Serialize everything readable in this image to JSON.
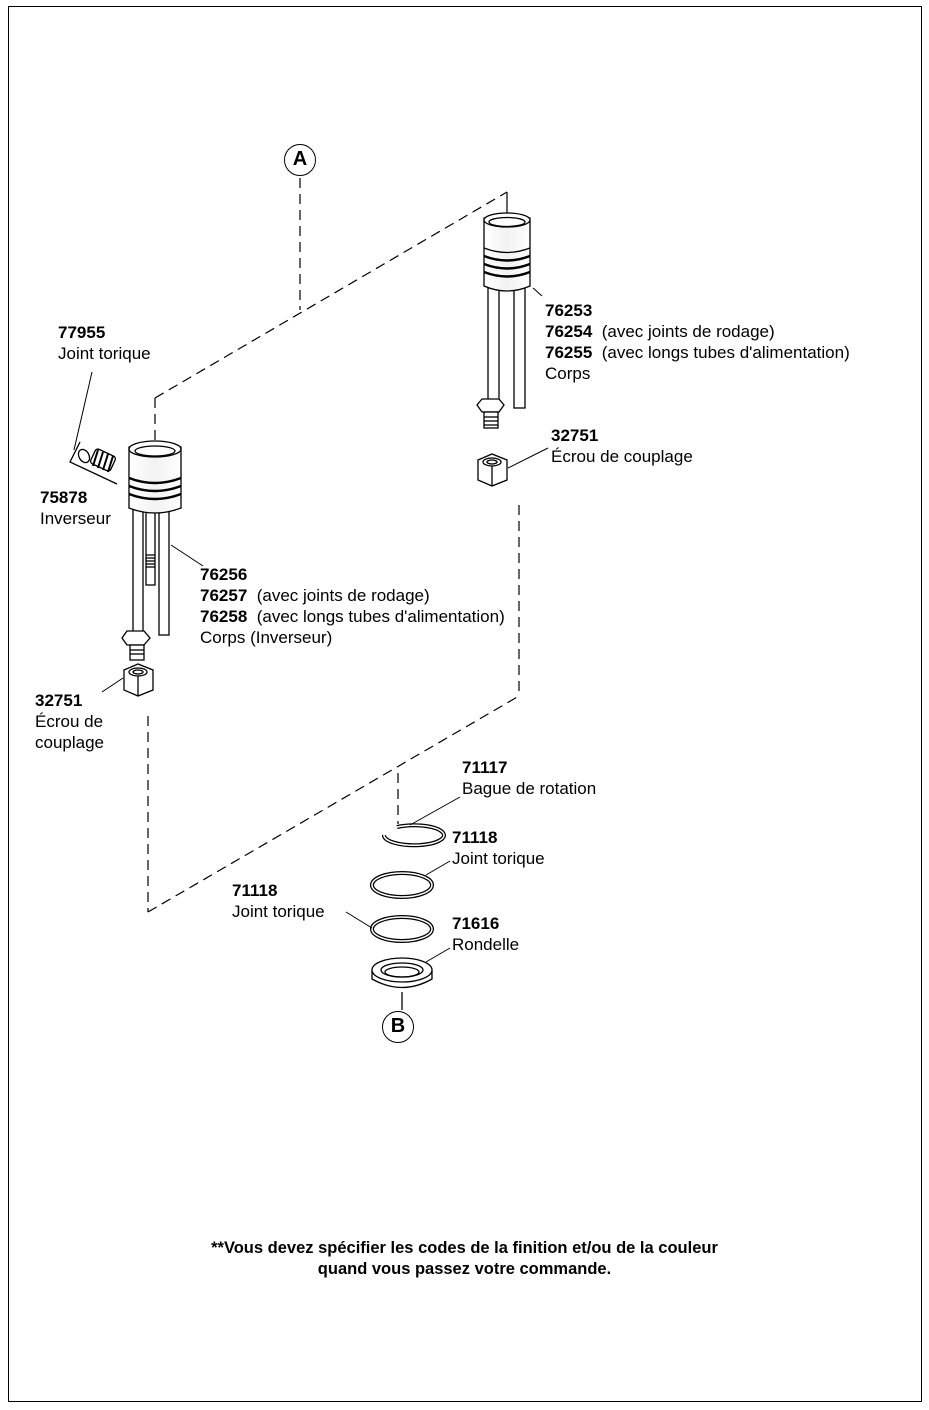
{
  "markers": {
    "a": "A",
    "b": "B"
  },
  "parts": {
    "p77955": {
      "number": "77955",
      "name": "Joint torique"
    },
    "p75878": {
      "number": "75878",
      "name": "Inverseur"
    },
    "p76253": {
      "number": "76253"
    },
    "p76254": {
      "number": "76254",
      "note": "(avec joints de rodage)"
    },
    "p76255": {
      "number": "76255",
      "note": "(avec longs tubes d'alimentation)",
      "name": "Corps"
    },
    "p32751_right": {
      "number": "32751",
      "name": "Écrou de couplage"
    },
    "p76256": {
      "number": "76256"
    },
    "p76257": {
      "number": "76257",
      "note": "(avec joints de rodage)"
    },
    "p76258": {
      "number": "76258",
      "note": "(avec longs tubes d'alimentation)",
      "name": "Corps (Inverseur)"
    },
    "p32751_left": {
      "number": "32751",
      "name_line1": "Écrou de",
      "name_line2": "couplage"
    },
    "p71117": {
      "number": "71117",
      "name": "Bague de rotation"
    },
    "p71118_right": {
      "number": "71118",
      "name": "Joint torique"
    },
    "p71118_left": {
      "number": "71118",
      "name": "Joint torique"
    },
    "p71616": {
      "number": "71616",
      "name": "Rondelle"
    }
  },
  "footnote": {
    "line1": "**Vous devez spécifier les codes de la finition et/ou de la couleur",
    "line2": "quand vous passez votre commande."
  }
}
